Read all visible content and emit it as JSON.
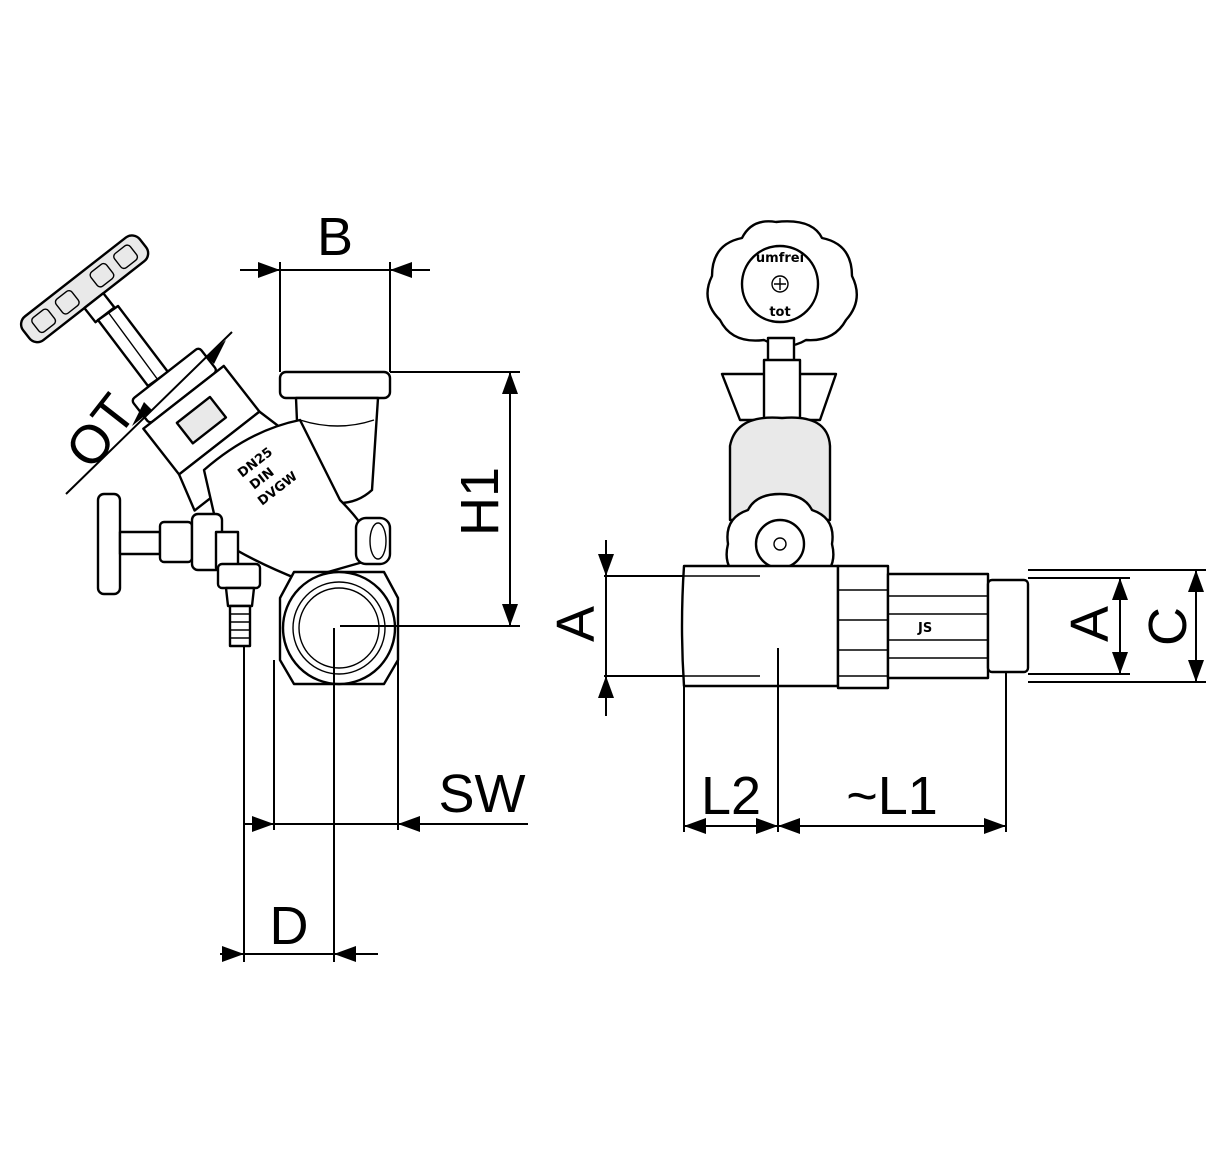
{
  "dimensions": {
    "B": "B",
    "OT": "OT",
    "H1": "H1",
    "SW": "SW",
    "D": "D",
    "A_left": "A",
    "L2": "L2",
    "L1": "~L1",
    "A_right": "A",
    "C": "C"
  },
  "valve_marking": {
    "line1": "DN25",
    "line2": "DIN",
    "line3": "DVGW"
  },
  "handwheel_text": {
    "line1": "umfrei",
    "line2": "tot"
  },
  "logo_text": "JS"
}
